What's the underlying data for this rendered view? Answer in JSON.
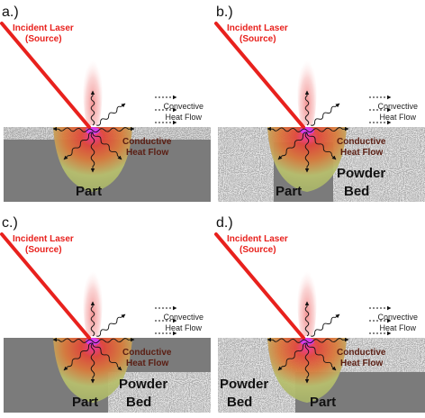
{
  "panels": [
    {
      "id": "a",
      "label": "a.)",
      "regions": [
        {
          "name": "part",
          "text": "Part"
        }
      ]
    },
    {
      "id": "b",
      "label": "b.)",
      "regions": [
        {
          "name": "part",
          "text": "Part"
        },
        {
          "name": "powder",
          "text": "Powder Bed"
        }
      ]
    },
    {
      "id": "c",
      "label": "c.)",
      "regions": [
        {
          "name": "part",
          "text": "Part"
        },
        {
          "name": "powder",
          "text": "Powder Bed"
        }
      ]
    },
    {
      "id": "d",
      "label": "d.)",
      "regions": [
        {
          "name": "powder",
          "text": "Powder Bed"
        },
        {
          "name": "part",
          "text": "Part"
        }
      ]
    }
  ],
  "labels": {
    "laser_line1": "Incident Laser",
    "laser_line2": "(Source)",
    "convective_line1": "Convective",
    "convective_line2": "Heat Flow",
    "conductive_line1": "Conductive",
    "conductive_line2": "Heat Flow"
  },
  "colors": {
    "laser": "#e8211d",
    "part": "#7b7b7b",
    "pool_outer": "#b7bf6e",
    "pool_inner": "#e0473a",
    "plume": "#f5a9a9",
    "spot": "#d63ce8",
    "conductive_text": "#5a1d12"
  }
}
